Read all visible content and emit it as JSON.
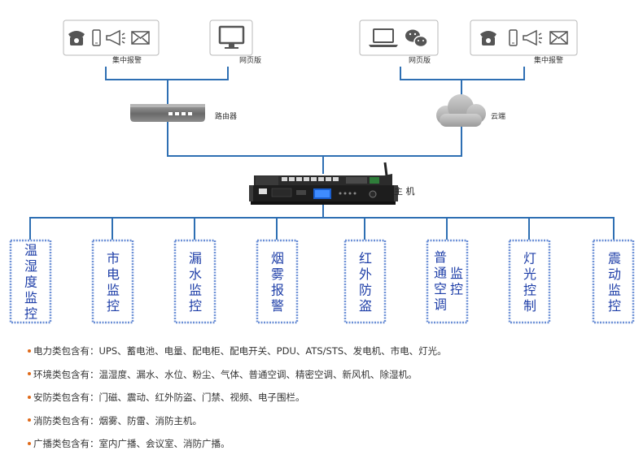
{
  "colors": {
    "line": "#2e6fb3",
    "monitor_border": "#6b8fd6",
    "monitor_text": "#1f3fa8",
    "bullet": "#e06a1a",
    "icon_box_border": "#b9b9b9",
    "icon_fill": "#555555"
  },
  "terminals": {
    "left_central_alarm": {
      "label": "集中报警",
      "icons": [
        "phone-icon",
        "mobile-icon",
        "megaphone-icon",
        "envelope-icon"
      ]
    },
    "left_web": {
      "label": "网页版",
      "icons": [
        "monitor-icon"
      ]
    },
    "right_web": {
      "label": "网页版",
      "icons": [
        "laptop-icon",
        "wechat-icon"
      ]
    },
    "right_central_alarm": {
      "label": "集中报警",
      "icons": [
        "phone-icon",
        "mobile-icon",
        "megaphone-icon",
        "envelope-icon"
      ]
    }
  },
  "router": {
    "label": "路由器",
    "icon": "router-icon"
  },
  "cloud": {
    "label": "云端",
    "icon": "cloud-icon"
  },
  "host": {
    "label": "主 机",
    "icon": "host-device-icon"
  },
  "monitors": [
    {
      "name": "temp-humidity",
      "text": "温湿度监控"
    },
    {
      "name": "mains-power",
      "text": "市电监控"
    },
    {
      "name": "water-leak",
      "text": "漏水监控"
    },
    {
      "name": "smoke-alarm",
      "text": "烟雾报警"
    },
    {
      "name": "infrared-anti-theft",
      "text": "红外防盗"
    },
    {
      "name": "ac-monitoring",
      "text": "普通空调监控"
    },
    {
      "name": "light-control",
      "text": "灯光控制"
    },
    {
      "name": "vibration-monitoring",
      "text": "震动监控"
    }
  ],
  "notes": [
    "电力类包含有：UPS、蓄电池、电量、配电柜、配电开关、PDU、ATS/STS、发电机、市电、灯光。",
    "环境类包含有：温湿度、漏水、水位、粉尘、气体、普通空调、精密空调、新风机、除湿机。",
    "安防类包含有：门磁、震动、红外防盗、门禁、视频、电子围栏。",
    "消防类包含有：烟雾、防雷、消防主机。",
    "广播类包含有：室内广播、会议室、消防广播。"
  ]
}
